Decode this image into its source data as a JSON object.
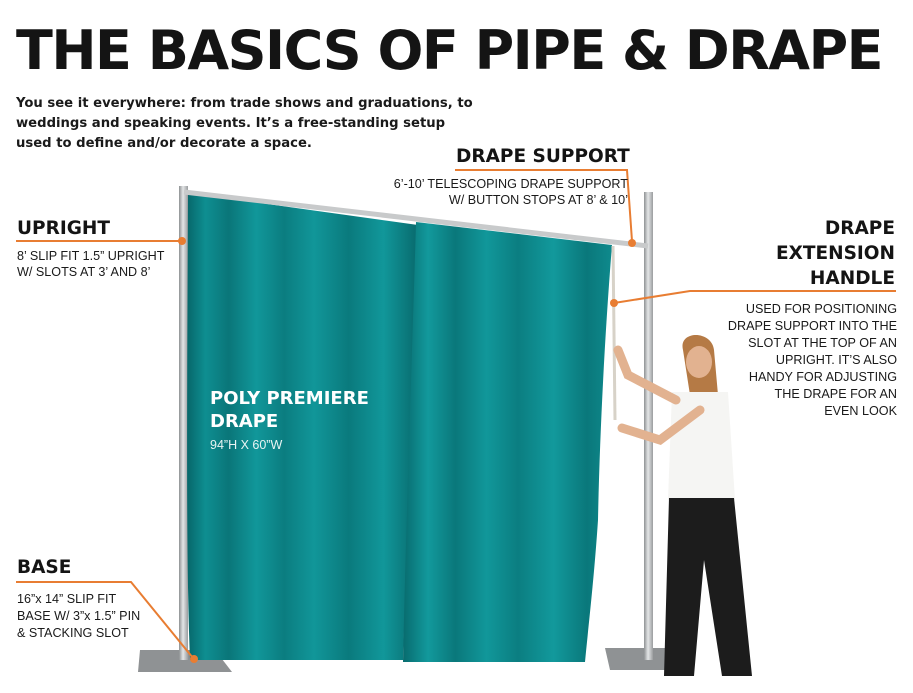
{
  "title": "THE BASICS OF PIPE & DRAPE",
  "intro": "You see it everywhere: from trade shows and graduations, to weddings and speaking events. It’s a free-standing setup used to define and/or decorate a space.",
  "colors": {
    "drape": "#0e8c8f",
    "drape_shadow": "#076266",
    "leader_line": "#e87d32",
    "pole": "#b9bcbe",
    "heading": "#141414"
  },
  "callouts": {
    "drape_support": {
      "heading": "DRAPE SUPPORT",
      "lines": [
        "6’-10’ TELESCOPING DRAPE SUPPORT",
        "W/ BUTTON STOPS AT 8’ & 10’"
      ]
    },
    "upright": {
      "heading": "UPRIGHT",
      "lines": [
        "8’ SLIP FIT 1.5” UPRIGHT",
        "W/ SLOTS AT 3’ AND 8’"
      ]
    },
    "extension_handle": {
      "heading_lines": [
        "DRAPE",
        "EXTENSION",
        "HANDLE"
      ],
      "lines": [
        "USED FOR POSITIONING",
        "DRAPE SUPPORT INTO THE",
        "SLOT AT THE TOP OF AN",
        "UPRIGHT. IT’S ALSO",
        "HANDY FOR ADJUSTING",
        "THE DRAPE FOR AN",
        "EVEN LOOK"
      ]
    },
    "base": {
      "heading": "BASE",
      "lines": [
        "16”x 14” SLIP FIT",
        "BASE W/ 3”x 1.5” PIN",
        "& STACKING SLOT"
      ]
    },
    "drape": {
      "heading": "POLY PREMIERE\nDRAPE",
      "size": "94”H X 60”W"
    }
  }
}
